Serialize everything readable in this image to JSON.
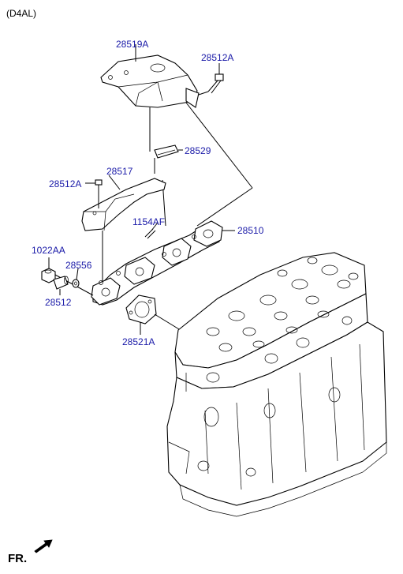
{
  "header": {
    "variant": "(D4AL)"
  },
  "footer": {
    "direction": "FR."
  },
  "parts": [
    {
      "id": "28519A",
      "label": "28519A"
    },
    {
      "id": "28512A-top",
      "label": "28512A"
    },
    {
      "id": "28529",
      "label": "28529"
    },
    {
      "id": "28517",
      "label": "28517"
    },
    {
      "id": "28512A-left",
      "label": "28512A"
    },
    {
      "id": "1154AF",
      "label": "1154AF"
    },
    {
      "id": "28510",
      "label": "28510"
    },
    {
      "id": "1022AA",
      "label": "1022AA"
    },
    {
      "id": "28556",
      "label": "28556"
    },
    {
      "id": "28512",
      "label": "28512"
    },
    {
      "id": "28521A",
      "label": "28521A"
    }
  ],
  "colors": {
    "label": "#1a1aa8",
    "line": "#000000",
    "background": "#ffffff"
  },
  "icons": {
    "direction_arrow": "front-arrow-icon"
  }
}
